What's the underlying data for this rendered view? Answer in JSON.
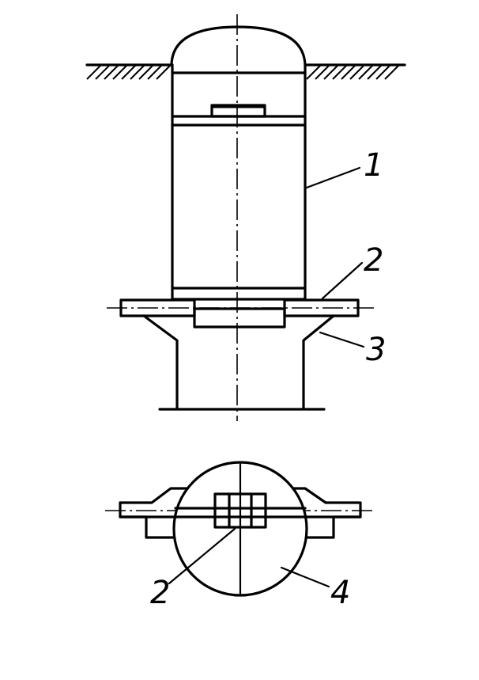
{
  "labels": {
    "shell": "1",
    "flange": "2",
    "base": "3",
    "flange_plan": "2",
    "cover_plan": "4"
  },
  "colors": {
    "line": "#000000",
    "background": "#ffffff"
  }
}
